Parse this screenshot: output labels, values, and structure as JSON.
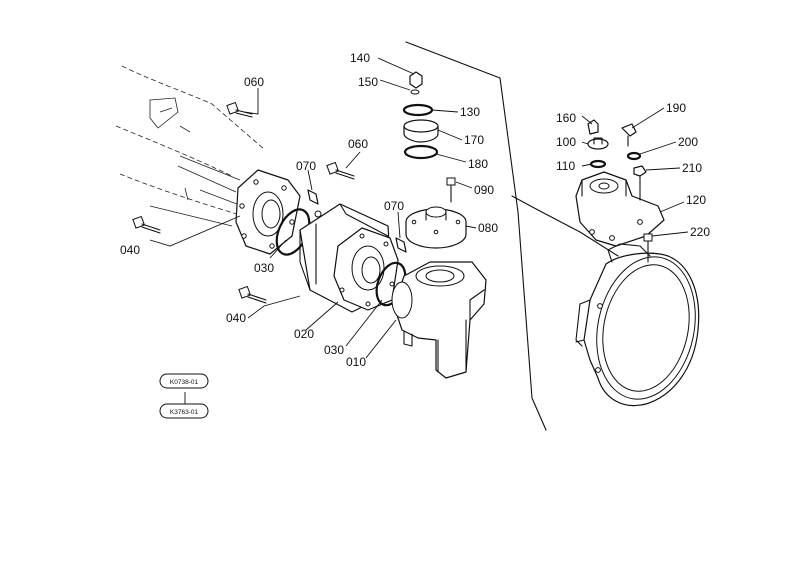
{
  "callouts": [
    {
      "id": "c060a",
      "text": "060"
    },
    {
      "id": "c070a",
      "text": "070"
    },
    {
      "id": "c060b",
      "text": "060"
    },
    {
      "id": "c070b",
      "text": "070"
    },
    {
      "id": "c040a",
      "text": "040"
    },
    {
      "id": "c030a",
      "text": "030"
    },
    {
      "id": "c040b",
      "text": "040"
    },
    {
      "id": "c020",
      "text": "020"
    },
    {
      "id": "c030b",
      "text": "030"
    },
    {
      "id": "c010",
      "text": "010"
    },
    {
      "id": "c140",
      "text": "140"
    },
    {
      "id": "c150",
      "text": "150"
    },
    {
      "id": "c130",
      "text": "130"
    },
    {
      "id": "c170",
      "text": "170"
    },
    {
      "id": "c180",
      "text": "180"
    },
    {
      "id": "c090",
      "text": "090"
    },
    {
      "id": "c080",
      "text": "080"
    },
    {
      "id": "c160",
      "text": "160"
    },
    {
      "id": "c100",
      "text": "100"
    },
    {
      "id": "c110",
      "text": "110"
    },
    {
      "id": "c190",
      "text": "190"
    },
    {
      "id": "c200",
      "text": "200"
    },
    {
      "id": "c210",
      "text": "210"
    },
    {
      "id": "c120",
      "text": "120"
    },
    {
      "id": "c220",
      "text": "220"
    }
  ],
  "stamps": {
    "top": "K0738-01",
    "bottom": "K3763-01"
  }
}
